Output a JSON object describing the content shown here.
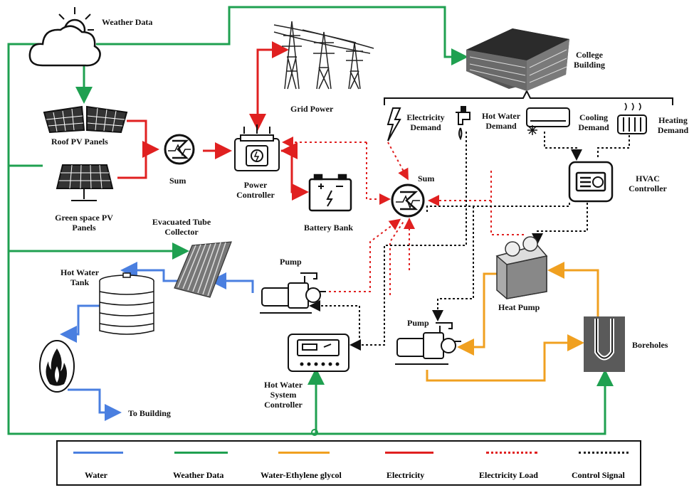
{
  "labels": {
    "weather_data": "Weather Data",
    "college_building": "College Building",
    "grid_power": "Grid Power",
    "roof_pv": "Roof PV Panels",
    "green_pv": "Green space PV Panels",
    "sum1": "Sum",
    "sum2": "Sum",
    "power_controller": "Power Controller",
    "battery_bank": "Battery Bank",
    "electricity_demand": "Electricity Demand",
    "hot_water_demand": "Hot Water Demand",
    "cooling_demand": "Cooling Demand",
    "heating_demand": "Heating Demand",
    "hvac_controller": "HVAC Controller",
    "evacuated_tube": "Evacuated Tube Collector",
    "hot_water_tank": "Hot Water Tank",
    "pump1": "Pump",
    "pump2": "Pump",
    "heat_pump": "Heat Pump",
    "boreholes": "Boreholes",
    "hot_water_controller": "Hot Water System Controller",
    "to_building": "To Building"
  },
  "legend": [
    {
      "label": "Water",
      "color": "#4a7fe0",
      "style": "solid"
    },
    {
      "label": "Weather Data",
      "color": "#1fa050",
      "style": "solid"
    },
    {
      "label": "Water-Ethylene glycol",
      "color": "#f0a020",
      "style": "solid"
    },
    {
      "label": "Electricity",
      "color": "#e02020",
      "style": "solid"
    },
    {
      "label": "Electricity Load",
      "color": "#e02020",
      "style": "dotted"
    },
    {
      "label": "Control Signal",
      "color": "#222222",
      "style": "dotted"
    }
  ],
  "colors": {
    "water": "#4a7fe0",
    "weather": "#1fa050",
    "glycol": "#f0a020",
    "electricity": "#e02020",
    "control": "#222222"
  }
}
